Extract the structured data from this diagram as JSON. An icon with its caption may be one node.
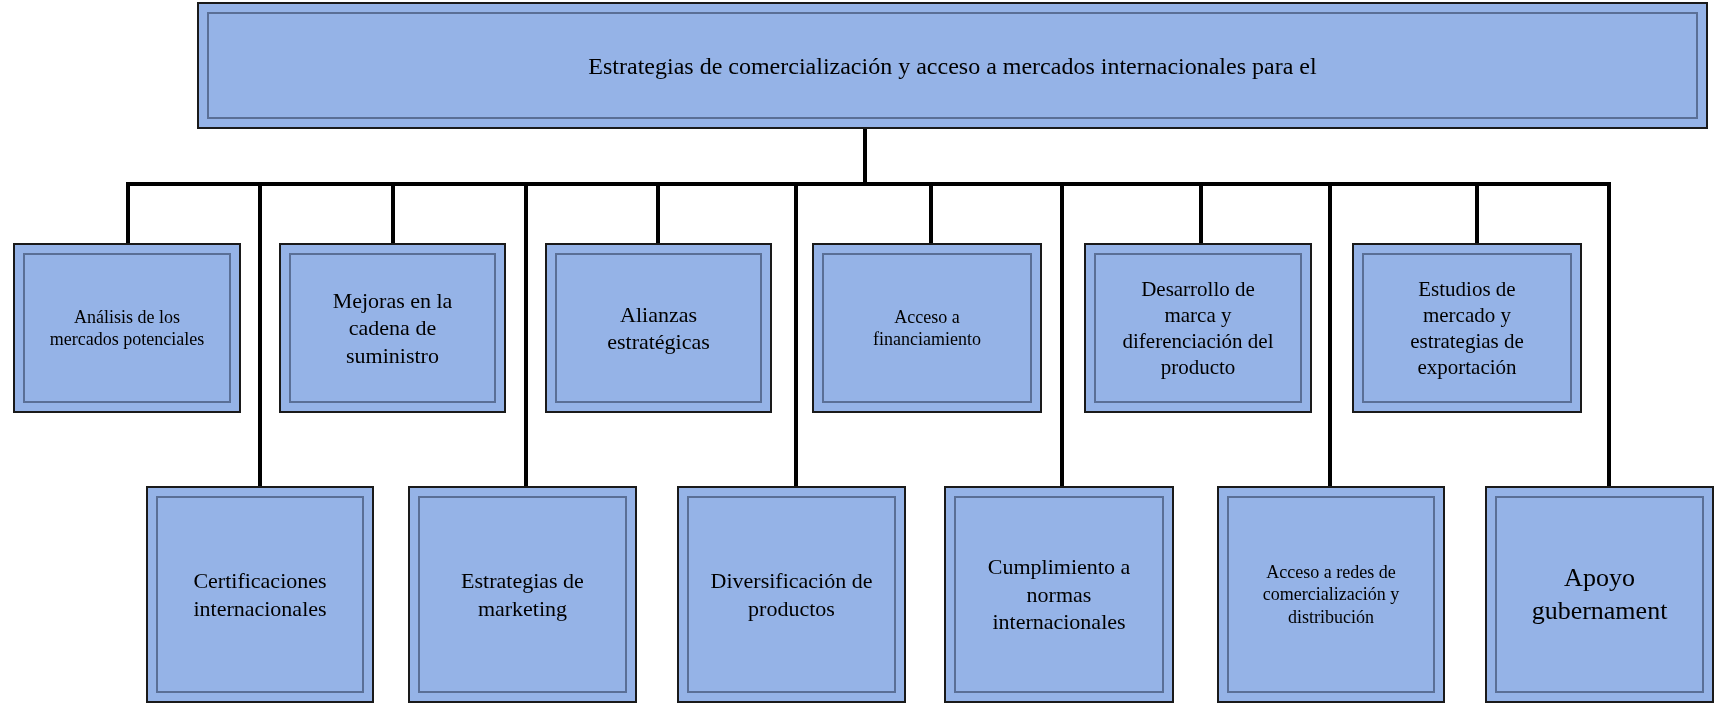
{
  "diagram": {
    "nodes": [
      {
        "text": [
          "Estrategias de comercialización y acceso a mercados internacionales para el"
        ]
      },
      {
        "text": [
          "Análisis de los mercados potenciales"
        ]
      },
      {
        "text": [
          "Mejoras en la cadena de suministro"
        ]
      },
      {
        "text": [
          "Alianzas estratégicas"
        ]
      },
      {
        "text": [
          "Acceso a financiamiento"
        ]
      },
      {
        "text": [
          "Desarrollo de marca y diferenciación del producto"
        ]
      },
      {
        "text": [
          "Estudios de mercado y estrategias de exportación"
        ]
      },
      {
        "text": [
          "Certificaciones internacionales"
        ]
      },
      {
        "text": [
          "Estrategias de marketing"
        ]
      },
      {
        "text": [
          "Diversificación de productos"
        ]
      },
      {
        "text": [
          "Cumplimiento a normas internacionales"
        ]
      },
      {
        "text": [
          "Acceso a redes de comercialización y distribución"
        ]
      },
      {
        "text": [
          "Apoyo gubernament"
        ]
      }
    ],
    "edges": [
      {
        "from": 0,
        "to": 1,
        "arrow": "none"
      },
      {
        "from": 0,
        "to": 7,
        "arrow": "none"
      },
      {
        "from": 0,
        "to": 2,
        "arrow": "none"
      },
      {
        "from": 0,
        "to": 8,
        "arrow": "none"
      },
      {
        "from": 0,
        "to": 3,
        "arrow": "none"
      },
      {
        "from": 0,
        "to": 9,
        "arrow": "none"
      },
      {
        "from": 0,
        "to": 4,
        "arrow": "none"
      },
      {
        "from": 0,
        "to": 10,
        "arrow": "none"
      },
      {
        "from": 0,
        "to": 5,
        "arrow": "none"
      },
      {
        "from": 0,
        "to": 11,
        "arrow": "none"
      },
      {
        "from": 0,
        "to": 6,
        "arrow": "none"
      },
      {
        "from": 0,
        "to": 12,
        "arrow": "none"
      }
    ]
  }
}
